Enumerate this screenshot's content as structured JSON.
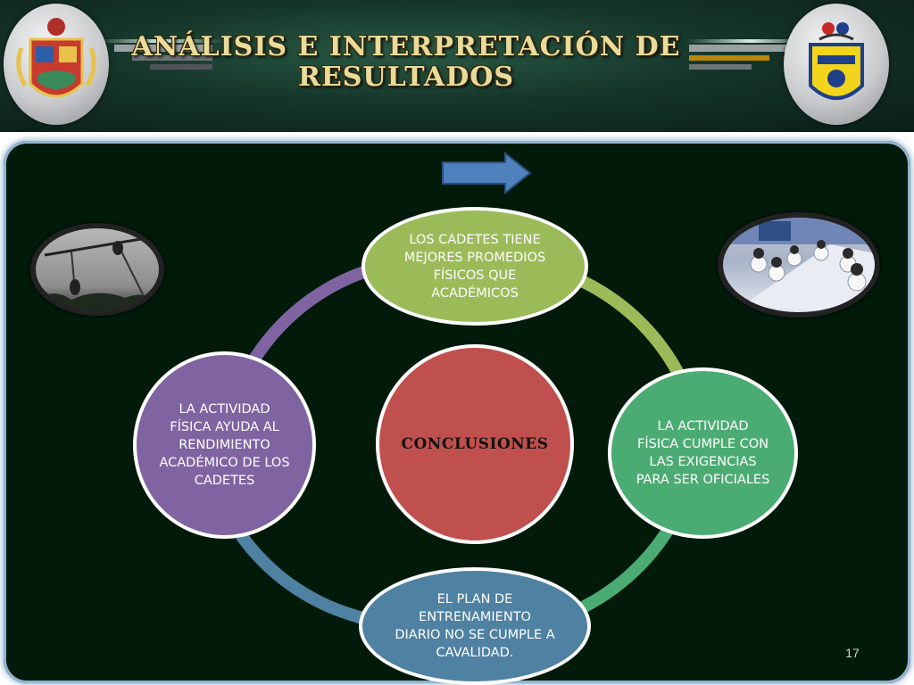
{
  "header": {
    "title_line1": "ANÁLISIS E INTERPRETACIÓN DE",
    "title_line2": "RESULTADOS",
    "left_emblem_icon": "coat-of-arms-icon",
    "right_emblem_icon": "school-crest-icon"
  },
  "diagram": {
    "center_label": "CONCLUSIONES",
    "nodes": [
      {
        "label": "LOS CADETES TIENE MEJORES PROMEDIOS FÍSICOS QUE ACADÉMICOS",
        "color": "#9bbb59"
      },
      {
        "label": "LA ACTIVIDAD FÍSICA CUMPLE CON LAS EXIGENCIAS PARA SER OFICIALES",
        "color": "#4bac73"
      },
      {
        "label": "EL PLAN DE ENTRENAMIENTO DIARIO NO SE CUMPLE A CAVALIDAD.",
        "color": "#4f81a2"
      },
      {
        "label": "LA ACTIVIDAD FÍSICA AYUDA AL RENDIMIENTO ACADÉMICO DE LOS CADETES",
        "color": "#8064a2"
      }
    ],
    "center_color": "#c0504d"
  },
  "images": {
    "left_photo": "rope-climbing-photo",
    "right_photo": "classroom-cadets-photo"
  },
  "colors": {
    "panel_background": "#021a0a",
    "arrow": "#4f81bd"
  },
  "slide": {
    "page_number": "17"
  }
}
